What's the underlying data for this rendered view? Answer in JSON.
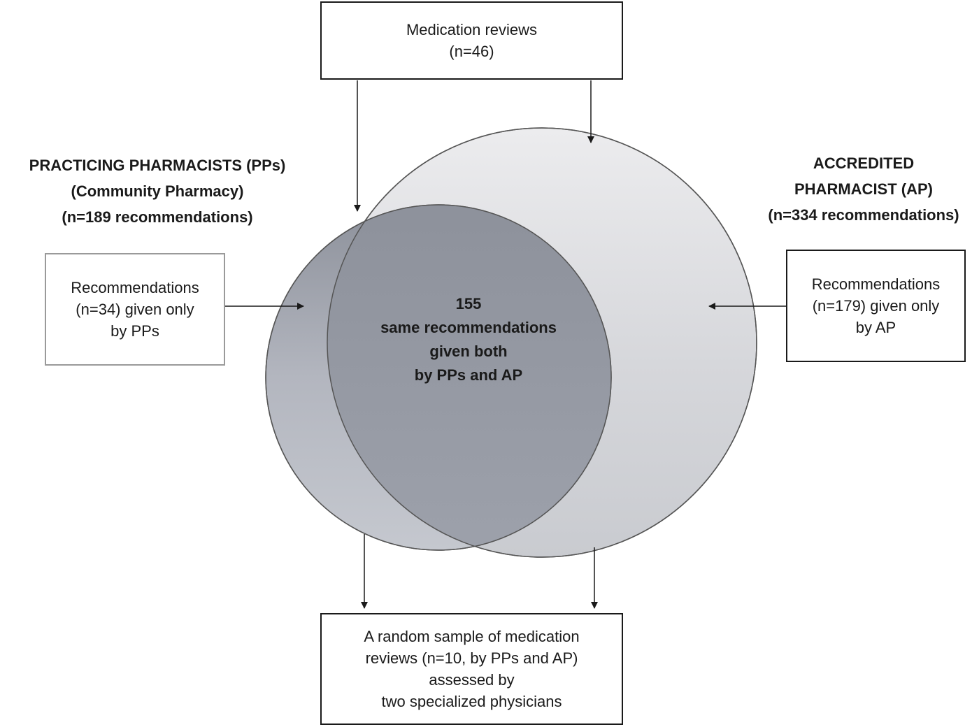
{
  "top_box": {
    "lines": [
      "Medication reviews",
      "(n=46)"
    ]
  },
  "left_group_label": {
    "lines": [
      "PRACTICING PHARMACISTS (PPs)",
      "(Community Pharmacy)",
      "(n=189 recommendations)"
    ]
  },
  "right_group_label": {
    "lines": [
      "ACCREDITED",
      "PHARMACIST (AP)",
      "(n=334 recommendations)"
    ]
  },
  "left_box": {
    "lines": [
      "Recommendations",
      "(n=34) given only",
      "by PPs"
    ]
  },
  "right_box": {
    "lines": [
      "Recommendations",
      "(n=179) given only",
      "by AP"
    ]
  },
  "overlap": {
    "lines": [
      "155",
      "same recommendations",
      "given both",
      "by PPs and AP"
    ]
  },
  "bottom_box": {
    "lines": [
      "A random sample of medication",
      "reviews (n=10, by PPs and AP)",
      "assessed by",
      "two specialized physicians"
    ]
  },
  "colors": {
    "pp_circle": "#a9adb7",
    "ap_circle": "#d9dadd",
    "overlap": "#9fa3ad",
    "stroke": "#555555"
  }
}
